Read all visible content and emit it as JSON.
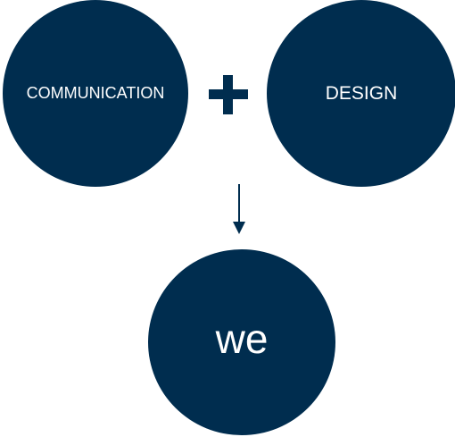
{
  "colors": {
    "circle_fill": "#002d4f",
    "symbol": "#002d4f",
    "text": "#ffffff"
  },
  "nodes": {
    "left_label": "COMMUNICATION",
    "right_label": "DESIGN",
    "result_label": "we"
  },
  "icons": {
    "plus": "plus-icon",
    "arrow": "arrow-down-icon"
  }
}
